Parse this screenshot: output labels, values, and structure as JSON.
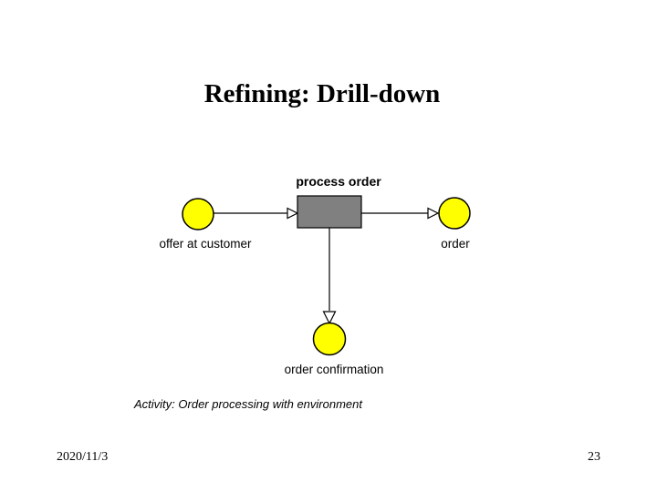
{
  "slide": {
    "title": "Refining: Drill-down",
    "caption": "Activity: Order processing with environment",
    "footer": {
      "date": "2020/11/3",
      "page_number": "23"
    }
  },
  "diagram": {
    "transition": {
      "label": "process order"
    },
    "places": [
      {
        "label": "offer at customer"
      },
      {
        "label": "order"
      },
      {
        "label": "order confirmation"
      }
    ],
    "colors": {
      "place_fill": "#ffff00",
      "transition_fill": "#808080",
      "stroke": "#000000",
      "background": "#ffffff"
    }
  }
}
